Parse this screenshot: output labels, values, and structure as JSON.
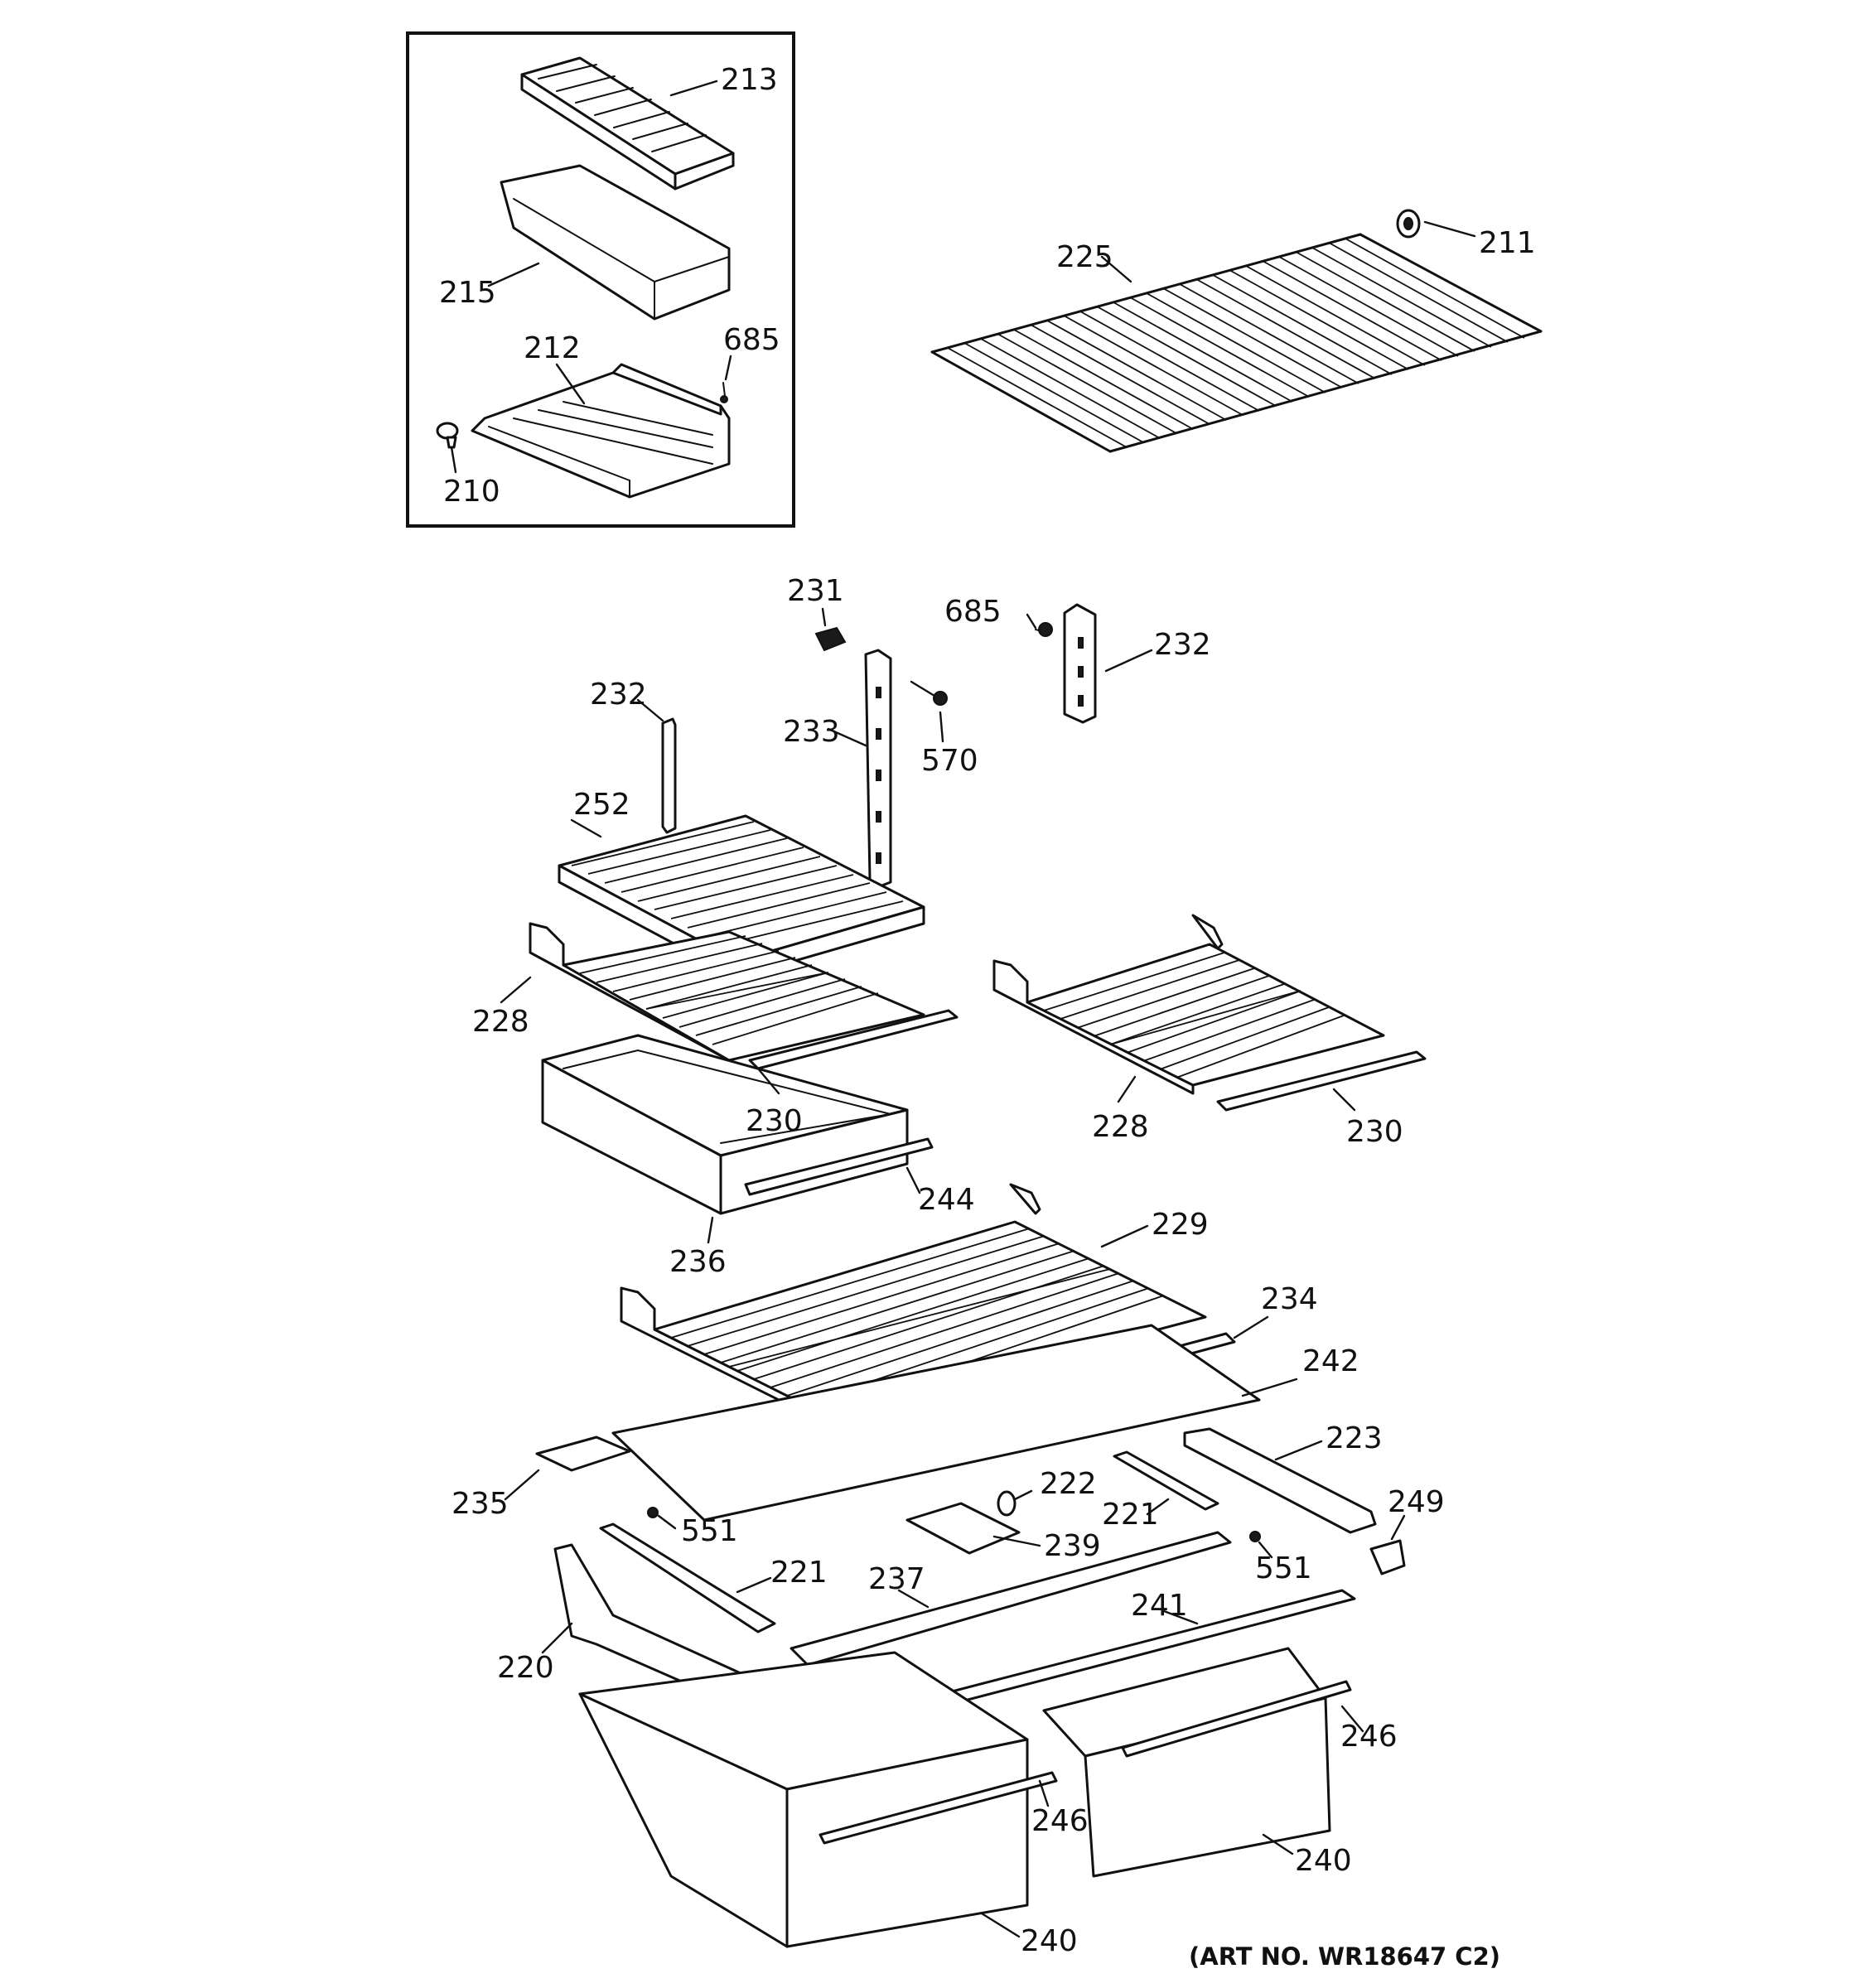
{
  "diagram": {
    "art_number": "(ART NO. WR18647 C2)",
    "callouts": {
      "c213": "213",
      "c215": "215",
      "c212": "212",
      "c685a": "685",
      "c210": "210",
      "c225": "225",
      "c211": "211",
      "c231": "231",
      "c685b": "685",
      "c232a": "232",
      "c232b": "232",
      "c233": "233",
      "c570": "570",
      "c252": "252",
      "c228a": "228",
      "c228b": "228",
      "c230a": "230",
      "c230b": "230",
      "c244": "244",
      "c236": "236",
      "c229": "229",
      "c234": "234",
      "c242": "242",
      "c223": "223",
      "c235": "235",
      "c222": "222",
      "c221a": "221",
      "c249": "249",
      "c551a": "551",
      "c239": "239",
      "c551b": "551",
      "c221b": "221",
      "c237": "237",
      "c241": "241",
      "c220": "220",
      "c246a": "246",
      "c246b": "246",
      "c240a": "240",
      "c240b": "240"
    }
  }
}
